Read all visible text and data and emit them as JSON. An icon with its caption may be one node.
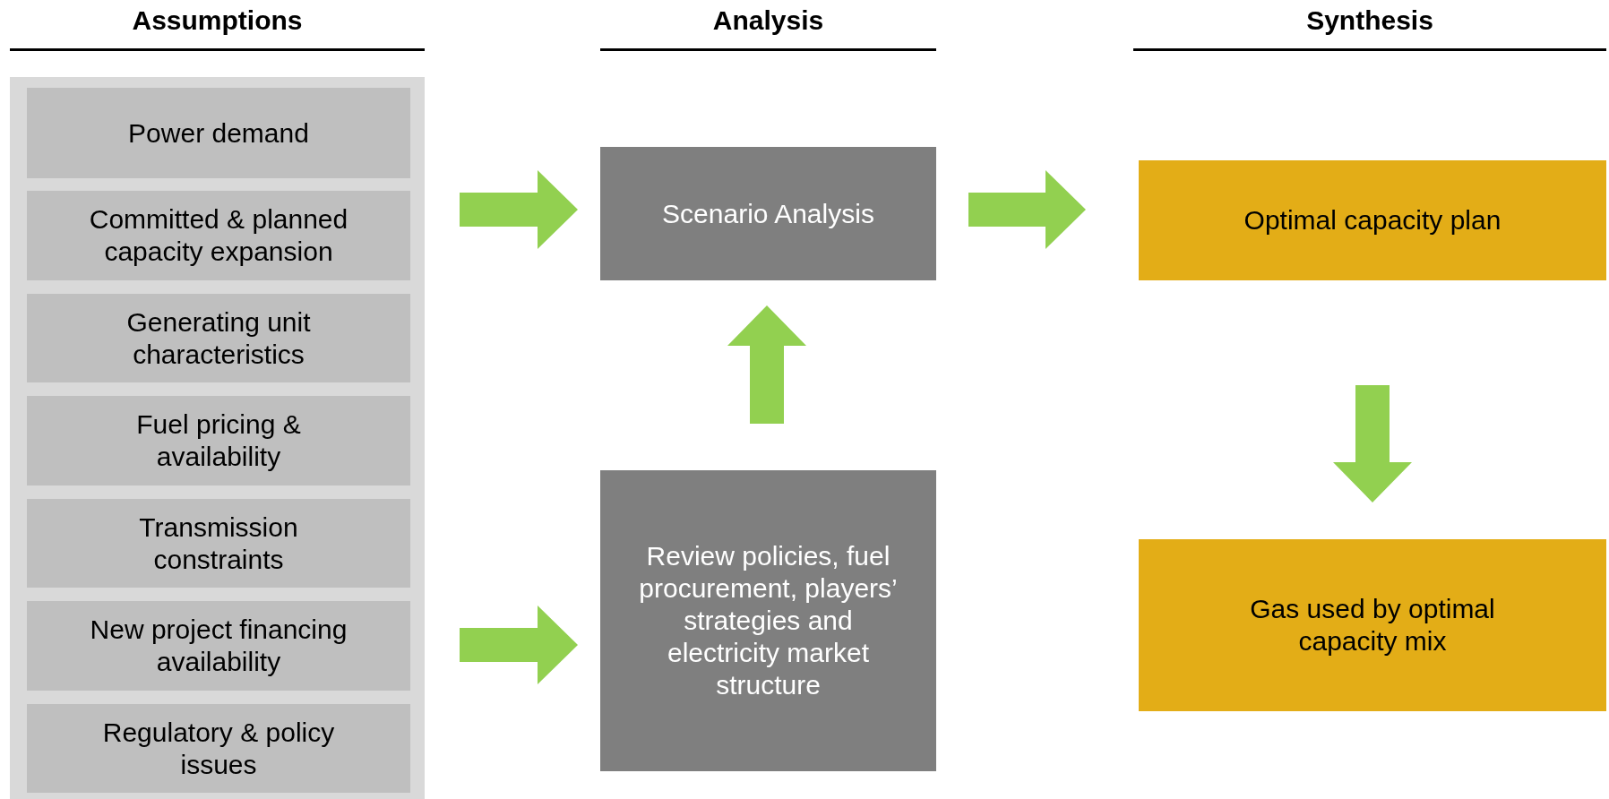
{
  "diagram": {
    "nodes": [
      {
        "text": [
          "Assumptions"
        ]
      },
      {
        "text": [
          "Power demand"
        ],
        "in": 0
      },
      {
        "text": [
          "Committed & planned capacity expansion"
        ],
        "in": 0
      },
      {
        "text": [
          "Generating unit characteristics"
        ],
        "in": 0
      },
      {
        "text": [
          "Fuel pricing & availability"
        ],
        "in": 0
      },
      {
        "text": [
          "Transmission constraints"
        ],
        "in": 0
      },
      {
        "text": [
          "New project financing availability"
        ],
        "in": 0
      },
      {
        "text": [
          "Regulatory & policy issues"
        ],
        "in": 0
      },
      {
        "text": [
          "Scenario Analysis"
        ]
      },
      {
        "text": [
          "Review policies, fuel procurement, players’ strategies and electricity market structure"
        ]
      },
      {
        "text": [
          "Optimal capacity plan"
        ]
      },
      {
        "text": [
          "Gas used by optimal capacity mix"
        ]
      }
    ],
    "edges": [
      {
        "from": 0,
        "to": 8,
        "arrow": "to"
      },
      {
        "from": 0,
        "to": 9,
        "arrow": "to"
      },
      {
        "from": 9,
        "to": 8,
        "arrow": "to"
      },
      {
        "from": 8,
        "to": 10,
        "arrow": "to"
      },
      {
        "from": 10,
        "to": 11,
        "arrow": "to"
      }
    ],
    "labels": [
      "Analysis",
      "Synthesis"
    ]
  }
}
